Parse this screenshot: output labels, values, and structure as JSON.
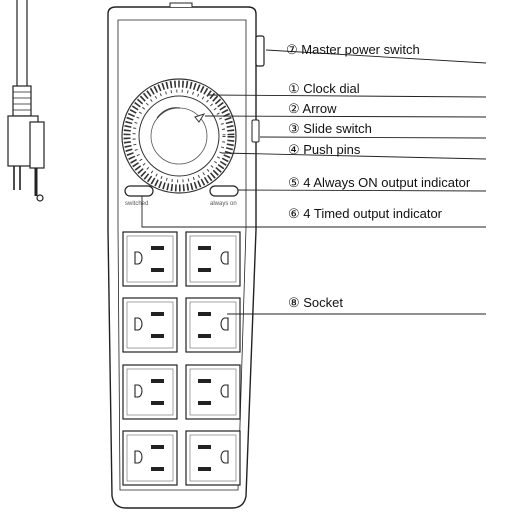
{
  "callouts": {
    "master_power_switch": "⑦ Master power switch",
    "clock_dial": "① Clock dial",
    "arrow": "② Arrow",
    "slide_switch": "③ Slide switch",
    "push_pins": "④ Push pins",
    "always_on_indicator": "⑤ 4 Always ON output indicator",
    "timed_indicator": "⑥ 4 Timed output indicator",
    "socket": "⑧ Socket"
  },
  "device_labels": {
    "switched": "switched",
    "always_on": "always on"
  },
  "colors": {
    "line": "#222222",
    "body_fill": "#ffffff",
    "dial_ring": "#333333"
  }
}
